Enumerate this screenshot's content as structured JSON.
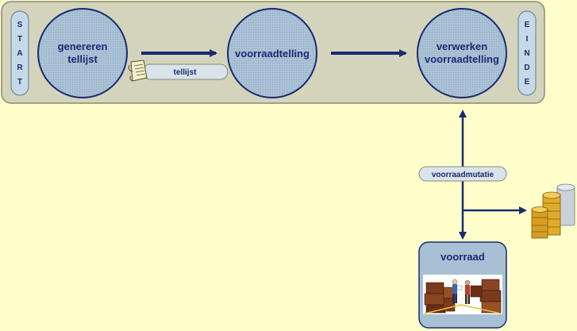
{
  "process": {
    "start_letters": [
      "S",
      "T",
      "A",
      "R",
      "T"
    ],
    "end_letters": [
      "E",
      "I",
      "N",
      "D",
      "E"
    ],
    "step1": {
      "line1": "genereren",
      "line2": "tellijst"
    },
    "step2": {
      "label": "voorraadtelling"
    },
    "step3": {
      "line1": "verwerken",
      "line2": "voorraadtelling"
    },
    "flow_label_tellijst": "tellijst"
  },
  "flows": {
    "mutation_label": "voorraadmutatie"
  },
  "store": {
    "title": "voorraad"
  },
  "icons": [
    "document-scroll-icon",
    "coins-stack-icon",
    "warehouse-workers-icon"
  ],
  "colors": {
    "background": "#ffffcc",
    "panel": "#d4d4bc",
    "node_fill": "#a7c0d4",
    "node_stroke": "#1c2a72",
    "text": "#1c2a72",
    "arrow": "#1c2a72"
  }
}
